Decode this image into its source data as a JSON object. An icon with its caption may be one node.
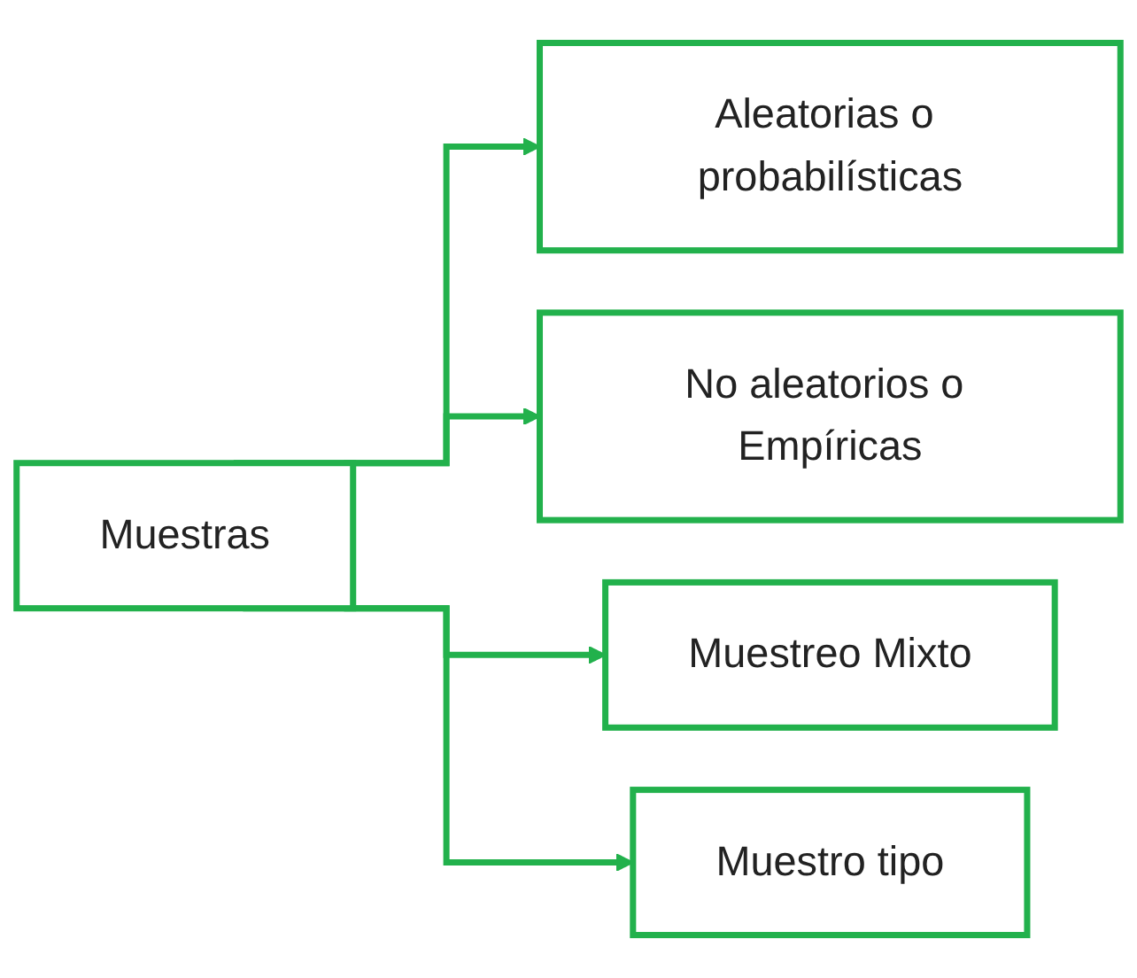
{
  "diagram": {
    "nodes": [
      {
        "text": [
          "Muestras"
        ]
      },
      {
        "text": [
          "Aleatorias o probabilísticas"
        ]
      },
      {
        "text": [
          "No aleatorios o Empíricas"
        ]
      },
      {
        "text": [
          "Muestreo Mixto"
        ]
      },
      {
        "text": [
          "Muestro tipo"
        ]
      }
    ],
    "edges": [
      {
        "from": 0,
        "to": 1,
        "arrow": "to"
      },
      {
        "from": 0,
        "to": 2,
        "arrow": "to"
      },
      {
        "from": 0,
        "to": 3,
        "arrow": "to"
      },
      {
        "from": 0,
        "to": 4,
        "arrow": "to"
      }
    ]
  }
}
